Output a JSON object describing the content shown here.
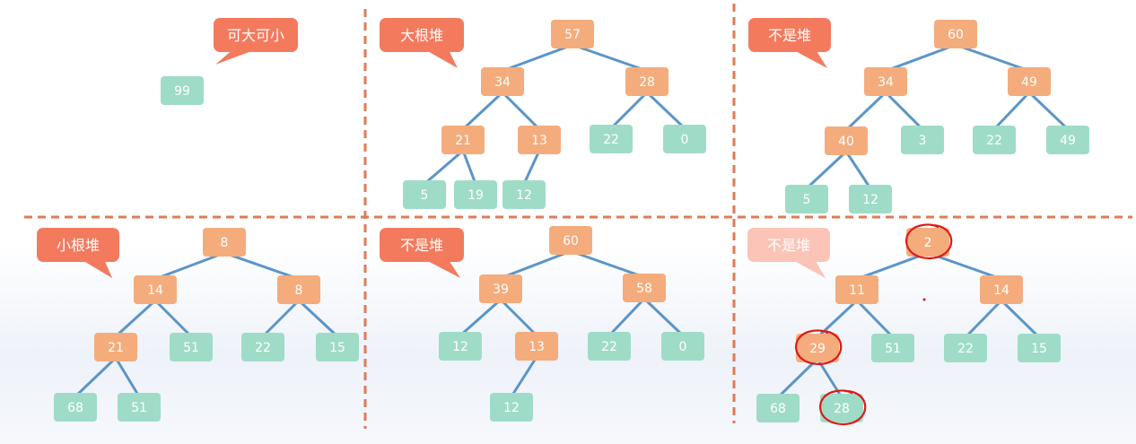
{
  "colors": {
    "internal": "#f4ac7c",
    "leaf": "#9fdcc7",
    "edge": "#5b95c8",
    "divider": "#e07a54",
    "callout": "#f37a5d",
    "callout_faded": "#fcc4b6",
    "circle": "#e01818",
    "text": "#ffffff"
  },
  "panels": [
    {
      "label": "可大可小",
      "nodes": [
        {
          "id": "a",
          "value": "99",
          "kind": "leaf"
        }
      ],
      "edges": []
    },
    {
      "label": "大根堆",
      "nodes": [
        {
          "id": "a",
          "value": "57",
          "kind": "internal"
        },
        {
          "id": "b",
          "value": "34",
          "kind": "internal"
        },
        {
          "id": "c",
          "value": "28",
          "kind": "internal"
        },
        {
          "id": "d",
          "value": "21",
          "kind": "internal"
        },
        {
          "id": "e",
          "value": "13",
          "kind": "internal"
        },
        {
          "id": "f",
          "value": "22",
          "kind": "leaf"
        },
        {
          "id": "g",
          "value": "0",
          "kind": "leaf"
        },
        {
          "id": "h",
          "value": "5",
          "kind": "leaf"
        },
        {
          "id": "i",
          "value": "19",
          "kind": "leaf"
        },
        {
          "id": "j",
          "value": "12",
          "kind": "leaf"
        }
      ],
      "edges": [
        [
          "a",
          "b"
        ],
        [
          "a",
          "c"
        ],
        [
          "b",
          "d"
        ],
        [
          "b",
          "e"
        ],
        [
          "c",
          "f"
        ],
        [
          "c",
          "g"
        ],
        [
          "d",
          "h"
        ],
        [
          "d",
          "i"
        ],
        [
          "e",
          "j"
        ]
      ]
    },
    {
      "label": "不是堆",
      "nodes": [
        {
          "id": "a",
          "value": "60",
          "kind": "internal"
        },
        {
          "id": "b",
          "value": "34",
          "kind": "internal"
        },
        {
          "id": "c",
          "value": "49",
          "kind": "internal"
        },
        {
          "id": "d",
          "value": "40",
          "kind": "internal"
        },
        {
          "id": "e",
          "value": "3",
          "kind": "leaf"
        },
        {
          "id": "f",
          "value": "22",
          "kind": "leaf"
        },
        {
          "id": "g",
          "value": "49",
          "kind": "leaf"
        },
        {
          "id": "h",
          "value": "5",
          "kind": "leaf"
        },
        {
          "id": "i",
          "value": "12",
          "kind": "leaf"
        }
      ],
      "edges": [
        [
          "a",
          "b"
        ],
        [
          "a",
          "c"
        ],
        [
          "b",
          "d"
        ],
        [
          "b",
          "e"
        ],
        [
          "c",
          "f"
        ],
        [
          "c",
          "g"
        ],
        [
          "d",
          "h"
        ],
        [
          "d",
          "i"
        ]
      ]
    },
    {
      "label": "小根堆",
      "nodes": [
        {
          "id": "a",
          "value": "8",
          "kind": "internal"
        },
        {
          "id": "b",
          "value": "14",
          "kind": "internal"
        },
        {
          "id": "c",
          "value": "8",
          "kind": "internal"
        },
        {
          "id": "d",
          "value": "21",
          "kind": "internal"
        },
        {
          "id": "e",
          "value": "51",
          "kind": "leaf"
        },
        {
          "id": "f",
          "value": "22",
          "kind": "leaf"
        },
        {
          "id": "g",
          "value": "15",
          "kind": "leaf"
        },
        {
          "id": "h",
          "value": "68",
          "kind": "leaf"
        },
        {
          "id": "i",
          "value": "51",
          "kind": "leaf"
        }
      ],
      "edges": [
        [
          "a",
          "b"
        ],
        [
          "a",
          "c"
        ],
        [
          "b",
          "d"
        ],
        [
          "b",
          "e"
        ],
        [
          "c",
          "f"
        ],
        [
          "c",
          "g"
        ],
        [
          "d",
          "h"
        ],
        [
          "d",
          "i"
        ]
      ]
    },
    {
      "label": "不是堆",
      "nodes": [
        {
          "id": "a",
          "value": "60",
          "kind": "internal"
        },
        {
          "id": "b",
          "value": "39",
          "kind": "internal"
        },
        {
          "id": "c",
          "value": "58",
          "kind": "internal"
        },
        {
          "id": "d",
          "value": "12",
          "kind": "leaf"
        },
        {
          "id": "e",
          "value": "13",
          "kind": "internal"
        },
        {
          "id": "f",
          "value": "22",
          "kind": "leaf"
        },
        {
          "id": "g",
          "value": "0",
          "kind": "leaf"
        },
        {
          "id": "h",
          "value": "12",
          "kind": "leaf"
        }
      ],
      "edges": [
        [
          "a",
          "b"
        ],
        [
          "a",
          "c"
        ],
        [
          "b",
          "d"
        ],
        [
          "b",
          "e"
        ],
        [
          "c",
          "f"
        ],
        [
          "c",
          "g"
        ],
        [
          "e",
          "h"
        ]
      ]
    },
    {
      "label": "不是堆",
      "faded": true,
      "nodes": [
        {
          "id": "a",
          "value": "2",
          "kind": "internal",
          "circled": true
        },
        {
          "id": "b",
          "value": "11",
          "kind": "internal"
        },
        {
          "id": "c",
          "value": "14",
          "kind": "internal"
        },
        {
          "id": "d",
          "value": "29",
          "kind": "internal",
          "circled": true
        },
        {
          "id": "e",
          "value": "51",
          "kind": "leaf"
        },
        {
          "id": "f",
          "value": "22",
          "kind": "leaf"
        },
        {
          "id": "g",
          "value": "15",
          "kind": "leaf"
        },
        {
          "id": "h",
          "value": "68",
          "kind": "leaf"
        },
        {
          "id": "i",
          "value": "28",
          "kind": "leaf",
          "circled": true
        }
      ],
      "edges": [
        [
          "a",
          "b"
        ],
        [
          "a",
          "c"
        ],
        [
          "b",
          "d"
        ],
        [
          "b",
          "e"
        ],
        [
          "c",
          "f"
        ],
        [
          "c",
          "g"
        ],
        [
          "d",
          "h"
        ],
        [
          "d",
          "i"
        ]
      ]
    }
  ]
}
